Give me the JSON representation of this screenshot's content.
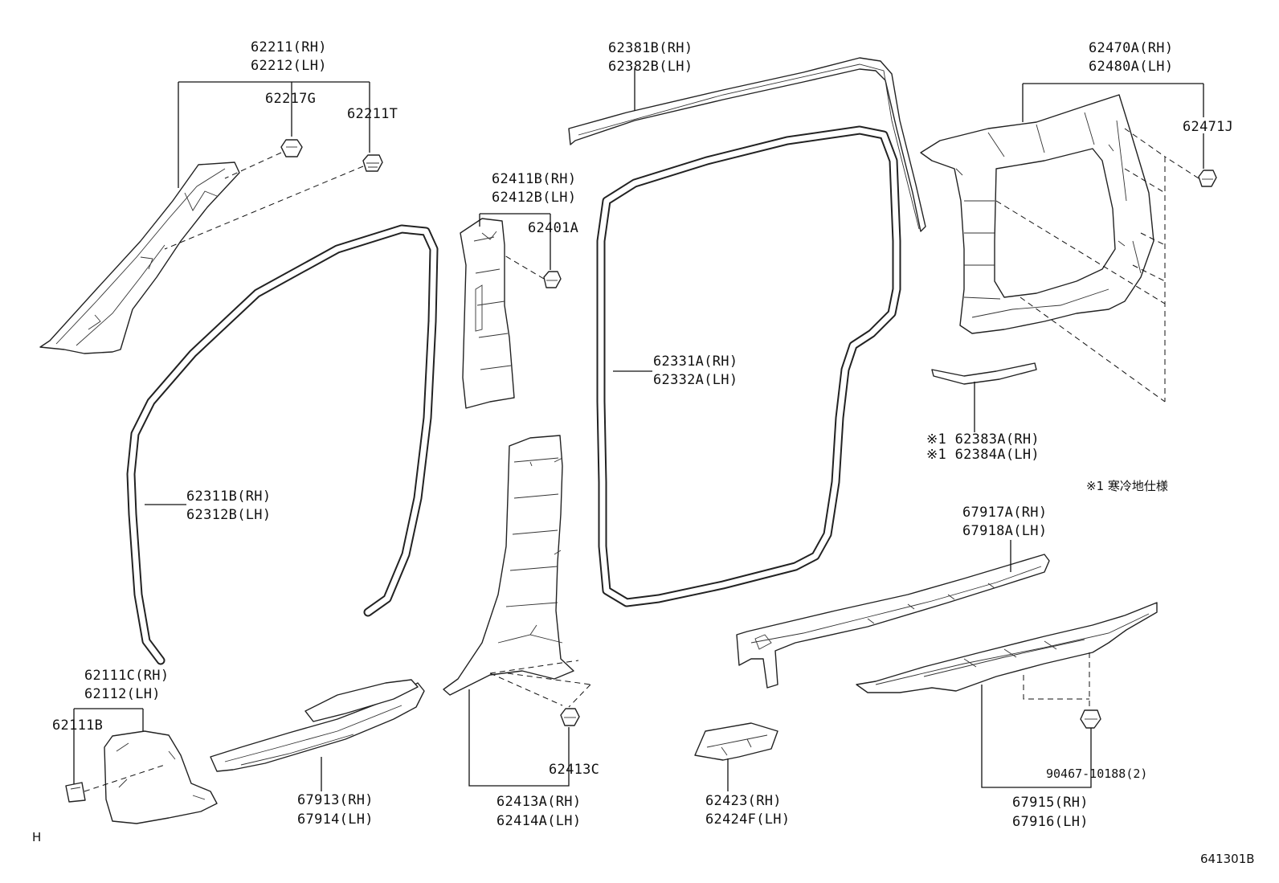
{
  "labels": {
    "l62211": "62211(RH)",
    "l62212": "62212(LH)",
    "l62217G": "62217G",
    "l62211T": "62211T",
    "l62381B": "62381B(RH)",
    "l62382B": "62382B(LH)",
    "l62470A": "62470A(RH)",
    "l62480A": "62480A(LH)",
    "l62471J": "62471J",
    "l62411B": "62411B(RH)",
    "l62412B": "62412B(LH)",
    "l62401A": "62401A",
    "l62331A": "62331A(RH)",
    "l62332A": "62332A(LH)",
    "l62383A": "※1 62383A(RH)",
    "l62384A": "※1 62384A(LH)",
    "note1": "※1 寒冷地仕様",
    "l62311B": "62311B(RH)",
    "l62312B": "62312B(LH)",
    "l67917A": "67917A(RH)",
    "l67918A": "67918A(LH)",
    "l62111C": "62111C(RH)",
    "l62112": "62112(LH)",
    "l62111B": "62111B",
    "l62413C": "62413C",
    "l62413A": "62413A(RH)",
    "l62414A": "62414A(LH)",
    "l67913": "67913(RH)",
    "l67914": "67914(LH)",
    "l62423": "62423(RH)",
    "l62424F": "62424F(LH)",
    "l90467": "90467-10188(2)",
    "l67915": "67915(RH)",
    "l67916": "67916(LH)",
    "corner_h": "H",
    "figure_id": "641301B"
  }
}
